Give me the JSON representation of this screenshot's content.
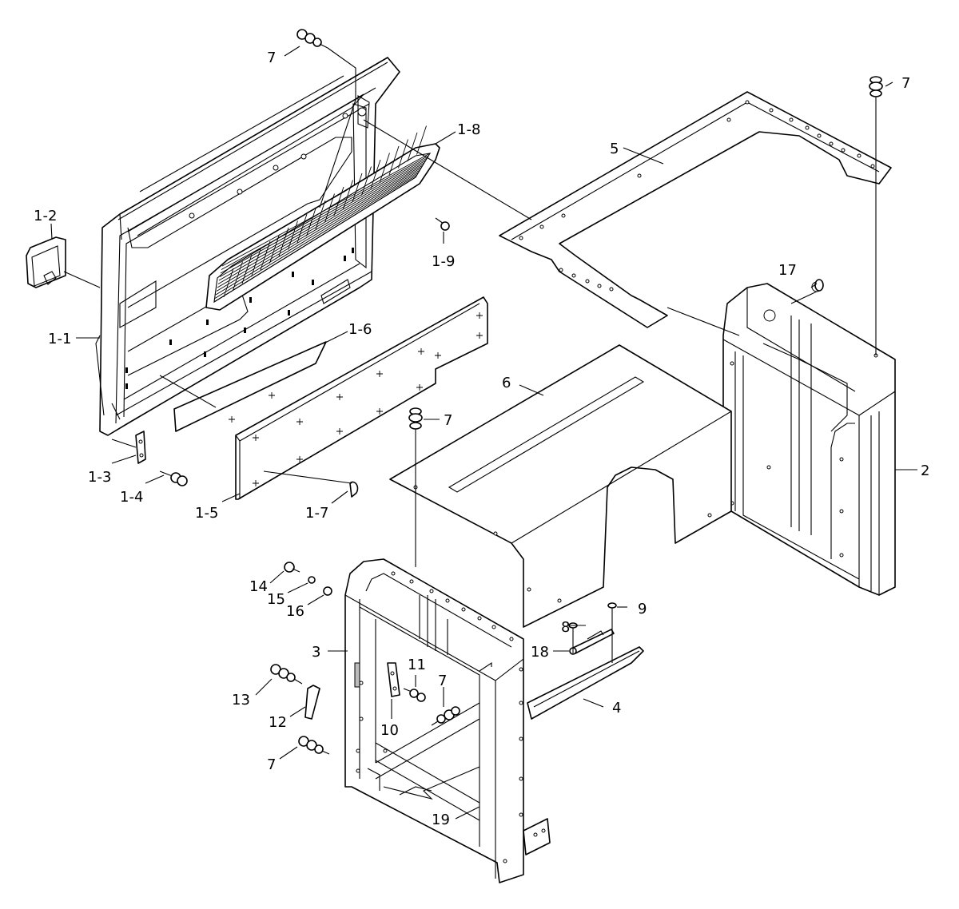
{
  "labels": {
    "l7a": "7",
    "l12": "1-2",
    "l18": "1-8",
    "l19": "1-9",
    "l11": "1-1",
    "l16": "1-6",
    "l13": "1-3",
    "l14": "1-4",
    "l15": "1-5",
    "l17": "1-7",
    "l5": "5",
    "l7b": "7",
    "l17c": "17",
    "l2": "2",
    "l6": "6",
    "l7c": "7",
    "l14c": "14",
    "l15c": "15",
    "l16c": "16",
    "l3": "3",
    "l13c": "13",
    "l11c": "11",
    "l7d": "7",
    "l12c": "12",
    "l10": "10",
    "l7e": "7",
    "l8": "8",
    "l9": "9",
    "l18c": "18",
    "l4": "4",
    "l19c": "19"
  }
}
